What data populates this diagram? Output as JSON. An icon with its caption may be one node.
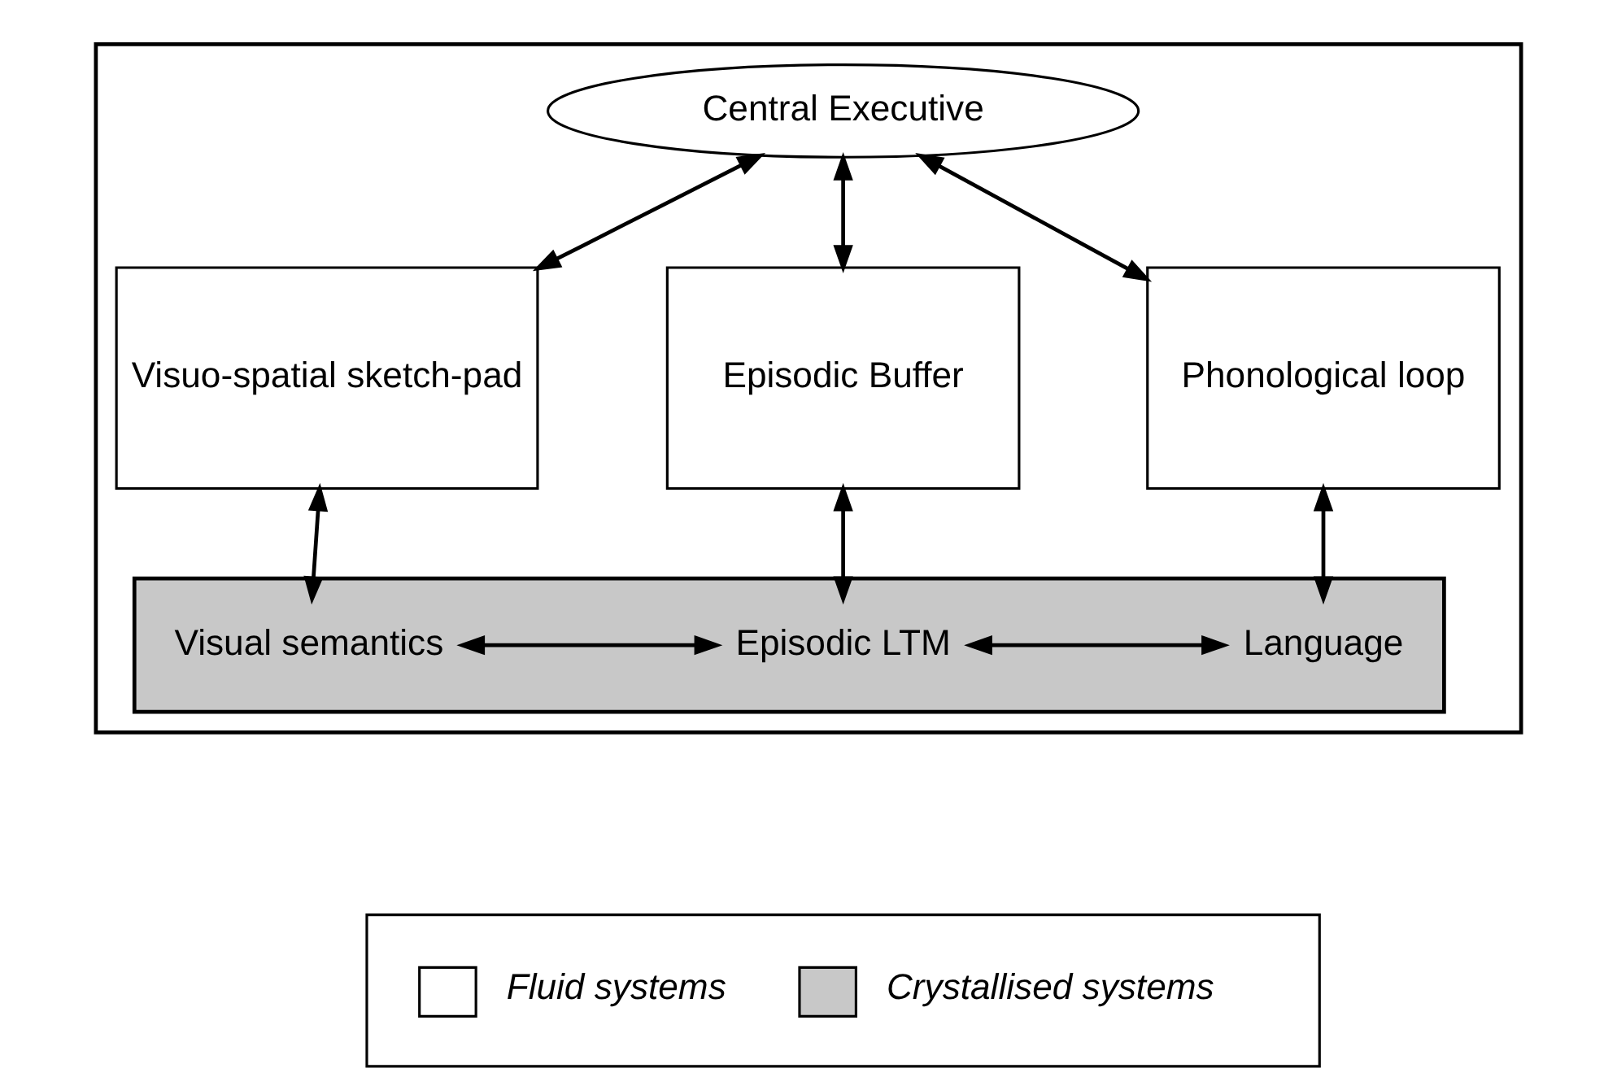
{
  "diagram": {
    "nodes": [
      {
        "text": [],
        "shape": "box"
      },
      {
        "text": [
          "Central Executive"
        ],
        "in": 0
      },
      {
        "text": [
          "Visuo-spatial sketch-pad"
        ],
        "in": 0
      },
      {
        "text": [
          "Episodic Buffer"
        ],
        "in": 0
      },
      {
        "text": [
          "Phonological loop"
        ],
        "in": 0
      },
      {
        "text": [],
        "shape": "box",
        "in": 0
      },
      {
        "text": [
          "Visual semantics"
        ],
        "in": 5
      },
      {
        "text": [
          "Episodic LTM"
        ],
        "in": 5
      },
      {
        "text": [
          "Language"
        ],
        "in": 5
      }
    ],
    "edges": [
      {
        "from": 1,
        "to": 2,
        "arrow": "both"
      },
      {
        "from": 1,
        "to": 3,
        "arrow": "both"
      },
      {
        "from": 1,
        "to": 4,
        "arrow": "both"
      },
      {
        "from": 2,
        "to": 6,
        "arrow": "both"
      },
      {
        "from": 3,
        "to": 7,
        "arrow": "both"
      },
      {
        "from": 4,
        "to": 8,
        "arrow": "both"
      },
      {
        "from": 6,
        "to": 7,
        "arrow": "both"
      },
      {
        "from": 7,
        "to": 8,
        "arrow": "both"
      }
    ],
    "legend": [
      {
        "text": "Fluid systems",
        "color": "#ffffff"
      },
      {
        "text": "Crystallised systems",
        "color": "#c8c8c8"
      }
    ]
  }
}
